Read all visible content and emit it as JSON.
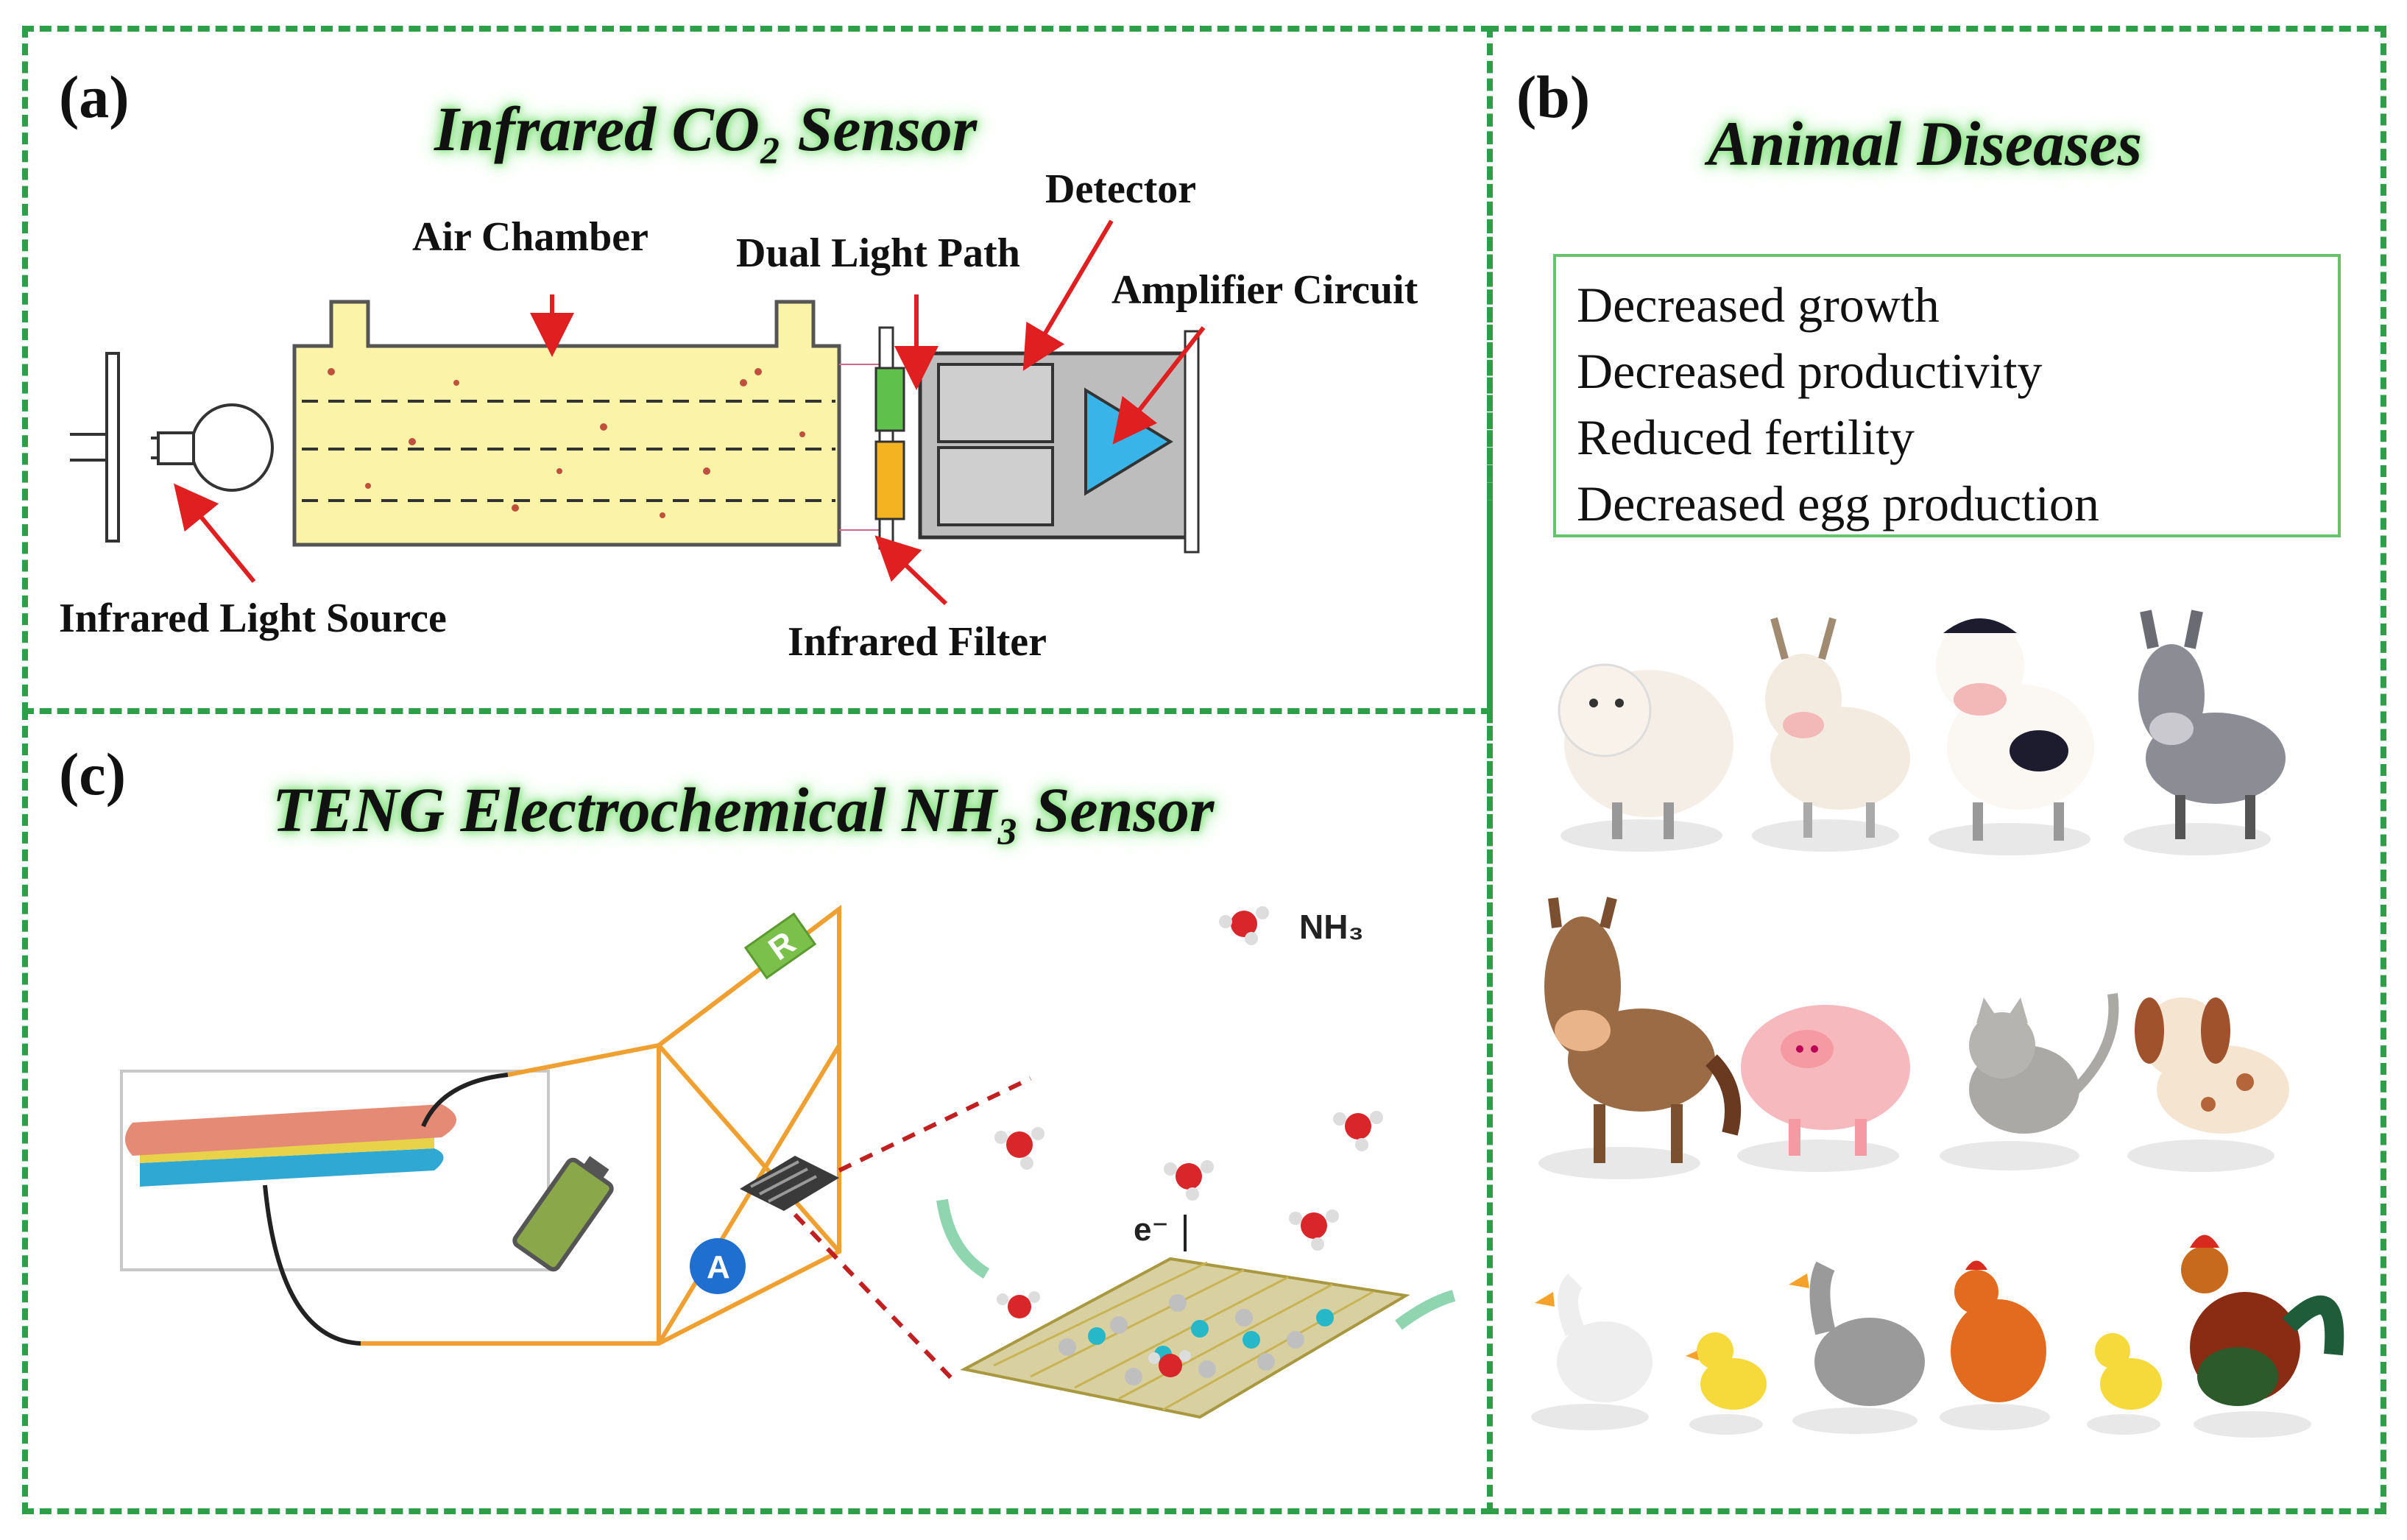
{
  "panel_a": {
    "label": "(a)",
    "title": "Infrared CO₂ Sensor",
    "labels": {
      "air_chamber": "Air Chamber",
      "dual_light_path": "Dual Light Path",
      "detector": "Detector",
      "amplifier_circuit": "Amplifier Circuit",
      "infrared_light_source": "Infrared Light Source",
      "infrared_filter": "Infrared Filter"
    }
  },
  "panel_b": {
    "label": "(b)",
    "title": "Animal Diseases",
    "effects": [
      "Decreased growth",
      "Decreased productivity",
      "Reduced fertility",
      "Decreased egg production"
    ],
    "animals": [
      "sheep",
      "goat",
      "cow",
      "donkey",
      "horse",
      "pig",
      "cat",
      "dog",
      "goose",
      "duckling",
      "goose",
      "hen",
      "chick",
      "rooster"
    ]
  },
  "panel_c": {
    "label": "(c)",
    "title": "TENG Electrochemical NH₃ Sensor",
    "legend": "NH₃",
    "resistor_label": "R",
    "ammeter_label": "A",
    "electron_label": "e⁻"
  },
  "colors": {
    "border": "#2f9e49",
    "arrow": "#e02020",
    "glow": "#7fe07a",
    "circuit": "#f0a030",
    "chamber": "#fbf3a8"
  }
}
